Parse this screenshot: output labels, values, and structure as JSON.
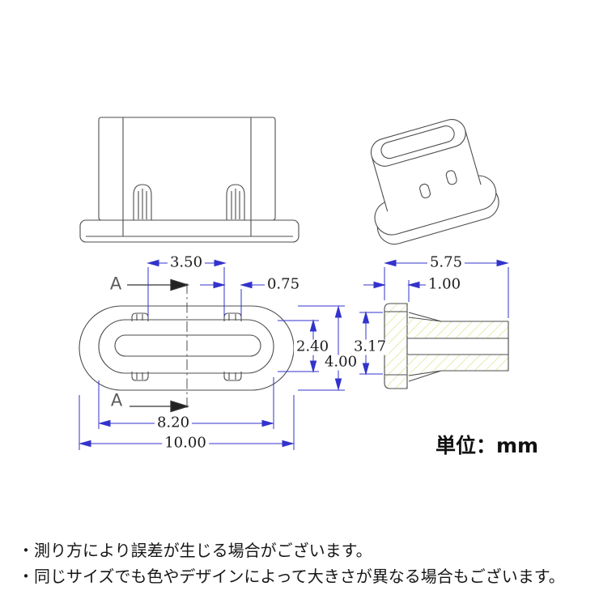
{
  "drawing": {
    "title_hint": "USB Type-C dust plug dimension drawing",
    "unit_label": "単位：mm",
    "section_marker": "A",
    "plan": {
      "tab_gap": "3.50",
      "tab_width": "0.75",
      "body_height": "2.40",
      "flange_height": "4.00",
      "body_width": "8.20",
      "flange_width": "10.00"
    },
    "section": {
      "total_length": "5.75",
      "flange_thickness": "1.00",
      "plug_height": "3.17"
    }
  },
  "notes": {
    "line1": "・測り方により誤差が生じる場合がございます。",
    "line2": "・同じサイズでも色やデザインによって大きさが異なる場合もございます。"
  },
  "colors": {
    "dimension_blue": "#3333cc",
    "outline_dark": "#4d4d4d",
    "hatch_yellow": "#e2eaa6",
    "section_label_gray": "#5a5a5a"
  }
}
